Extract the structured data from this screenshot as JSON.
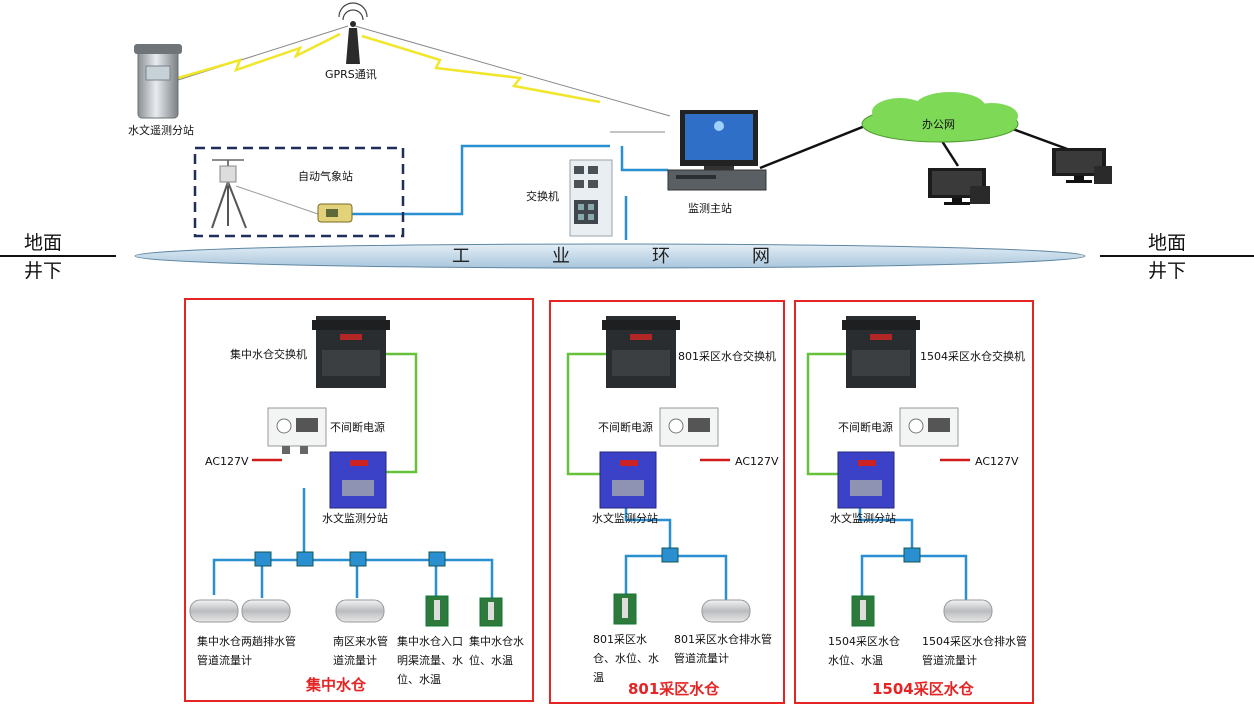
{
  "surface": {
    "gprs_label": "GPRS通讯",
    "hydro_remote_label": "水文遥测分站",
    "weather_label": "自动气象站",
    "switch_label": "交换机",
    "host_label": "监测主站",
    "office_label": "办公网",
    "ring_chars": [
      "工",
      "业",
      "环",
      "网"
    ],
    "left_top": "地面",
    "left_bottom": "井下",
    "right_top": "地面",
    "right_bottom": "井下"
  },
  "zones": {
    "central": {
      "title": "集中水仓",
      "switch_label": "集中水仓交换机",
      "ups_label": "不间断电源",
      "power_label": "AC127V",
      "station_label": "水文监测分站",
      "sensors": [
        "集中水仓两趟排水管管道流量计",
        "南区来水管道流量计",
        "集中水仓入口明渠流量、水位、水温",
        "集中水仓水位、水温"
      ]
    },
    "z801": {
      "title": "801采区水仓",
      "switch_label": "801采区水仓交换机",
      "ups_label": "不间断电源",
      "power_label": "AC127V",
      "station_label": "水文监测分站",
      "sensors": [
        "801采区水仓、水位、水温",
        "801采区水仓排水管管道流量计"
      ]
    },
    "z1504": {
      "title": "1504采区水仓",
      "switch_label": "1504采区水仓交换机",
      "ups_label": "不间断电源",
      "power_label": "AC127V",
      "station_label": "水文监测分站",
      "sensors": [
        "1504采区水仓水位、水温",
        "1504采区水仓排水管管道流量计"
      ]
    }
  },
  "colors": {
    "zone_border": "#e52424",
    "fiber": "#2a8fd0",
    "green_link": "#66c13a",
    "power_link": "#d11c1c",
    "wireless": "#f0e62a",
    "station": "#3c42c8",
    "cloud": "#7ed957",
    "ring": "#c9ddea"
  }
}
